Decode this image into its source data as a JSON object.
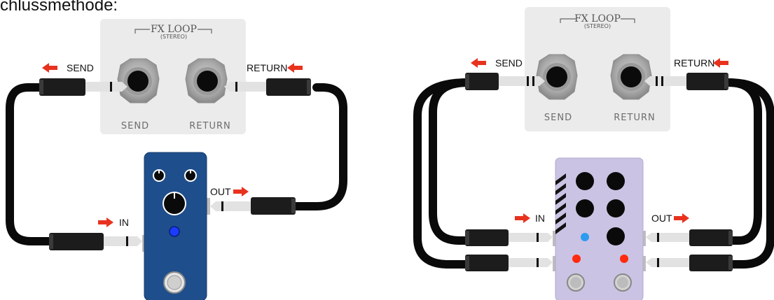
{
  "caption_fragment": "chlussmethode:",
  "left": {
    "fx_title": "FX LOOP",
    "fx_subtitle": "(STEREO)",
    "jack_send": "SEND",
    "jack_return": "RETURN",
    "label_send": "SEND",
    "label_return": "RETURN",
    "label_in": "IN",
    "label_out": "OUT"
  },
  "right": {
    "fx_title": "FX LOOP",
    "fx_subtitle": "(STEREO)",
    "jack_send": "SEND",
    "jack_return": "RETURN",
    "label_send": "SEND",
    "label_return": "RETURN",
    "label_in": "IN",
    "label_out": "OUT"
  },
  "colors": {
    "arrow": "#e8321e",
    "mono_pedal": "#1f4e8c",
    "stereo_pedal": "#cbc3e3",
    "cable": "#0a0a0a",
    "panel": "#ebebeb",
    "led_blue": "#1a3cff",
    "led_light_blue": "#2d9cf0",
    "led_red": "#ff2a0f"
  }
}
